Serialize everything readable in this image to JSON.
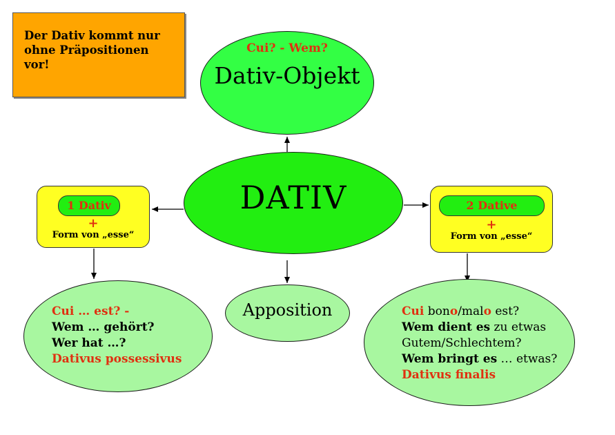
{
  "note": {
    "lines": [
      "Der Dativ kommt nur",
      "ohne Präpositionen",
      "vor!"
    ]
  },
  "top_node": {
    "question": "Cui? - Wem?",
    "title": "Dativ-Objekt"
  },
  "center_node": {
    "title": "DATIV"
  },
  "left_box": {
    "pill": "1 Dativ",
    "plus": "+",
    "form": "Form von „esse“"
  },
  "right_box": {
    "pill": "2 Dative",
    "plus": "+",
    "form": "Form von „esse“"
  },
  "apposition_node": {
    "title": "Apposition"
  },
  "bottom_left": {
    "line1": "Cui … est? -",
    "line2": "Wem … gehört?",
    "line3": "Wer hat …?",
    "line4": "Dativus possessivus"
  },
  "bottom_right": {
    "l1_cui": "Cui",
    "l1_bon": " bon",
    "l1_o1": "o",
    "l1_mal": "/mal",
    "l1_o2": "o",
    "l1_est": " est?",
    "l2_bold": "Wem dient es",
    "l2_rest": " zu etwas",
    "l3": "Gutem/Schlechtem?",
    "l4_bold": "Wem bringt es",
    "l4_rest": " … etwas?",
    "l5": "Dativus finalis"
  },
  "colors": {
    "accent_red": "#E03010",
    "orange_box": "#FFA500",
    "yellow_box": "#FFFF22",
    "bright_green": "#22EE11",
    "light_green": "#A8F7A0"
  }
}
